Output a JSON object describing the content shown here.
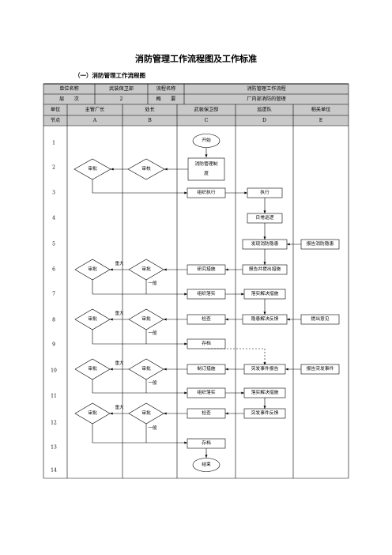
{
  "title": "消防管理工作流程图及工作标准",
  "subtitle": "（一）消防管理工作流程图",
  "info": {
    "r1": [
      "单位名称",
      "武装保卫部",
      "流程名称",
      "消防管理工作流程"
    ],
    "r2": [
      "层　　次",
      "2",
      "概　　要",
      "厂内部消防的管理"
    ]
  },
  "headers": {
    "role": [
      "单位",
      "主管厂长",
      "处长",
      "武装保卫部",
      "巡逻队",
      "相关单位"
    ],
    "code": [
      "节点",
      "A",
      "B",
      "C",
      "D",
      "E"
    ]
  },
  "rows": [
    "1",
    "2",
    "3",
    "4",
    "5",
    "6",
    "7",
    "8",
    "9",
    "10",
    "11",
    "12",
    "13",
    "14"
  ],
  "nodes": {
    "start": "开始",
    "c2a": "消防管理制",
    "c2b": "度",
    "a2": "审批",
    "b2": "审核",
    "c3": "组织执行",
    "d3": "执行",
    "d4": "日常巡逻",
    "d5": "发现消防隐患",
    "e5": "报告消防隐患",
    "a6": "审批",
    "b6": "审批",
    "c6": "研究措施",
    "d6": "报告并提出措施",
    "c7": "组织落实",
    "d7": "落实解决措施",
    "a8": "审批",
    "b8": "审批",
    "c8": "检查",
    "d8": "隐患解决反馈",
    "e8": "提出意见",
    "c9": "存档",
    "a10": "审批",
    "b10": "审批",
    "c10": "制订措施",
    "d10": "突发事件报告",
    "e10": "报告突发事件",
    "c11": "组织落实",
    "d11": "落实解决措施",
    "a12": "审批",
    "b12": "审批",
    "c12": "检查",
    "d12": "突发事件反馈",
    "c13": "存档",
    "end": "结束"
  },
  "labels": {
    "major": "重大",
    "general": "一般"
  }
}
